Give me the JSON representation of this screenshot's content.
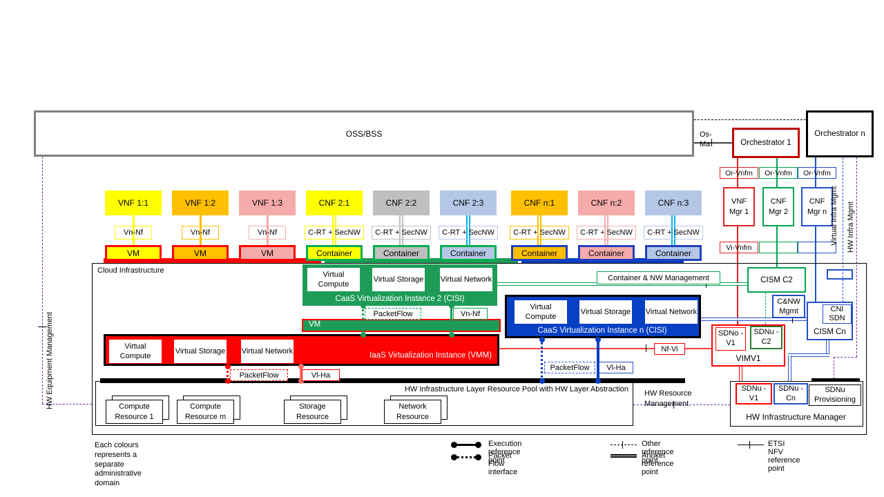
{
  "oss": {
    "label": "OSS/BSS"
  },
  "orchestrator1": {
    "label": "Orchestrator 1"
  },
  "orchestrator_n": {
    "label": "Orchestrator n"
  },
  "links": {
    "os_ma": "Os-Ma",
    "nf_vi": "Nf-Vi",
    "container_nw": "Container & NW Management"
  },
  "mgr_columns": [
    {
      "top": "Or-Vnfm",
      "name": "VNF Mgr 1",
      "bottom": "Vi-Vnfm",
      "color": "#E02020"
    },
    {
      "top": "Or-Vnfm",
      "name": "CNF Mgr 2",
      "bottom": "",
      "color": "#00A550"
    },
    {
      "top": "Or-Vnfm",
      "name": "CNF Mgr n",
      "bottom": "",
      "color": "#2150C8"
    }
  ],
  "side_labels": {
    "hw_equipment": "HW Equipment Management",
    "virtual_infra": "Virtual Infra Mgmt",
    "hw_infra": "HW Infra Mgmt",
    "hw_resource": "HW Resource Management"
  },
  "nf_columns": [
    {
      "nf": "VNF 1:1",
      "ref": "Vn-Nf",
      "unit": "VM",
      "fill": "#FFFF00",
      "line": "#FFFF00",
      "domain": "#FF0000"
    },
    {
      "nf": "VNF 1:2",
      "ref": "Vn-Nf",
      "unit": "VM",
      "fill": "#FFC000",
      "line": "#FFC000",
      "domain": "#FF0000"
    },
    {
      "nf": "VNF 1:3",
      "ref": "Vn-Nf",
      "unit": "VM",
      "fill": "#F6ABAB",
      "line": "#F6ABAB",
      "domain": "#FF0000"
    },
    {
      "nf": "CNF 2:1",
      "ref": "C-RT + SecNW",
      "unit": "Container",
      "fill": "#FFFF00",
      "line": "#FFFF00",
      "domain": "#00B050"
    },
    {
      "nf": "CNF 2:2",
      "ref": "C-RT + SecNW",
      "unit": "Container",
      "fill": "#BFBFBF",
      "line": "#BFBFBF",
      "domain": "#00B050"
    },
    {
      "nf": "CNF 2:3",
      "ref": "C-RT + SecNW",
      "unit": "Container",
      "fill": "#B4C7E7",
      "line": "#00B0F0",
      "domain": "#00B050"
    },
    {
      "nf": "CNF n:1",
      "ref": "C-RT + SecNW",
      "unit": "Container",
      "fill": "#FFC000",
      "line": "#FFC000",
      "domain": "#1F3FC0"
    },
    {
      "nf": "CNF n:2",
      "ref": "C-RT + SecNW",
      "unit": "Container",
      "fill": "#F6ABAB",
      "line": "#F6ABAB",
      "domain": "#1F3FC0"
    },
    {
      "nf": "CNF n:3",
      "ref": "C-RT + SecNW",
      "unit": "Container",
      "fill": "#B4C7E7",
      "line": "#00B0F0",
      "domain": "#1F3FC0"
    }
  ],
  "cloud": {
    "label": "Cloud Infrastructure"
  },
  "caas2": {
    "title": "CaaS Virtualization Instance 2 (CISI)",
    "units": [
      "Virtual Compute",
      "Virtual Storage",
      "Virtual Network"
    ],
    "packetflow": "PacketFlow",
    "ref": "Vn-Nf"
  },
  "vm_bar": {
    "label": "VM"
  },
  "iaas": {
    "title": "IaaS Virtualization Instance (VMM)",
    "units": [
      "Virtual Compute",
      "Virtual Storage",
      "Virtual Network"
    ],
    "packetflow": "PacketFlow",
    "ref": "Vl-Ha"
  },
  "caasn": {
    "title": "CaaS Virtualization Instance n (CISI)",
    "units": [
      "Virtual Compute",
      "Virtual Storage",
      "Virtual Network"
    ],
    "packetflow": "PacketFlow",
    "ref": "Vl-Ha"
  },
  "cism_c2": {
    "label": "CISM C2"
  },
  "cnw_mgmt": {
    "label": "C&NW Mgmt"
  },
  "cism_cn": {
    "label": "CISM Cn",
    "cni": "CNI SDN"
  },
  "vim": {
    "label": "VIMV1",
    "sdno_v1": "SDNo -V1",
    "sdnu_c2": "SDNu -C2"
  },
  "hw_mgr": {
    "label": "HW Infrastructure Manager",
    "sdnu_v1": "SDNu -V1",
    "sdnu_cn": "SDNu -Cn",
    "sdnu_prov": "SDNu Provisioning"
  },
  "hw_pool": {
    "title": "HW Infrastructure Layer Resource Pool with HW Layer Abstraction",
    "resources": [
      "Compute Resource 1",
      "Compute Resource m",
      "Storage Resource",
      "Network Resource"
    ]
  },
  "note": "Each colours represents a separate administrative domain",
  "legend": {
    "execution": "Execution reference point",
    "packet_flow": "Packet Flow interface",
    "other": "Other reference point",
    "anuket": "Anuket reference point",
    "etsi": "ETSI NFV reference point"
  },
  "colors": {
    "iaas_red": "#FF0000",
    "caas_green": "#1E9C57",
    "caas_blue": "#0840C4",
    "bright_green": "#00B050",
    "line_blue": "#2150C8",
    "cyan": "#00B0F0",
    "purple": "#7030A0",
    "orchestrator1_border": "#C00000",
    "oss_border": "#7F7F7F"
  }
}
